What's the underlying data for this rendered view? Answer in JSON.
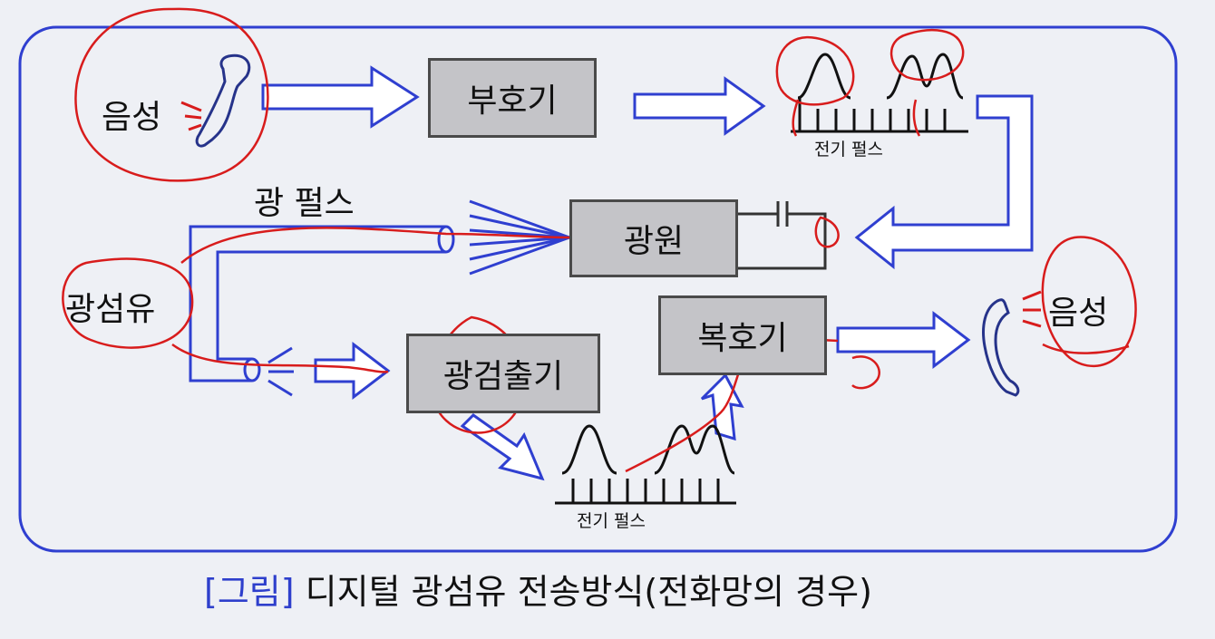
{
  "diagram": {
    "labels": {
      "voice_in": "음성",
      "voice_out": "음성",
      "light_pulse": "광 펄스",
      "fiber": "광섬유",
      "electric_pulse_top": "전기 펄스",
      "electric_pulse_bottom": "전기 펄스"
    },
    "blocks": {
      "encoder": "부호기",
      "light_source": "광원",
      "detector": "광검출기",
      "decoder": "복호기"
    }
  },
  "caption": {
    "tag": "[그림]",
    "text": "디지털 광섬유 전송방식(전화망의 경우)"
  },
  "colors": {
    "frame": "#2f3fd0",
    "arrow": "#2f3fd0",
    "annotation": "#d81c1c",
    "block_fill": "#c4c4c8",
    "block_border": "#4a4a4a"
  },
  "icons": [
    "telephone-handset-icon",
    "telephone-handset-icon"
  ]
}
